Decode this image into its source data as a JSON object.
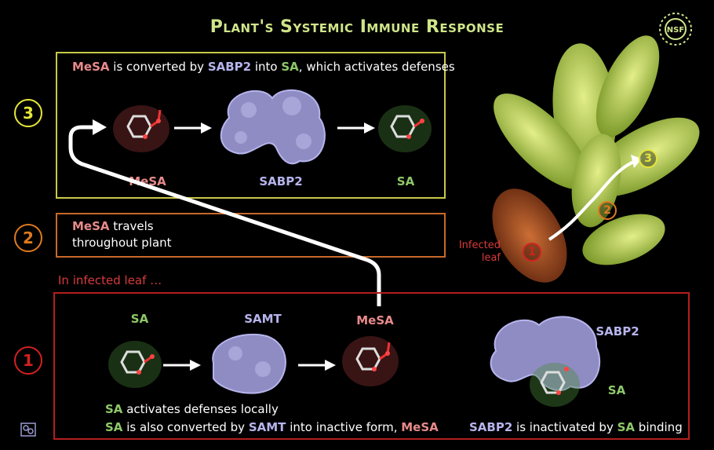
{
  "title": "Plant's Systemic Immune Response",
  "logo_text": "NSF",
  "colors": {
    "title": "#cfe58a",
    "mesa": "#e88a8a",
    "sabp2": "#b6b4ec",
    "sa": "#8ec86a",
    "step3": "#e6e63a",
    "step2": "#e07a1e",
    "step1": "#d42020"
  },
  "step3": {
    "number": "3",
    "sentence": {
      "mesa": "MeSA",
      "t1": " is converted by ",
      "sabp2": "SABP2",
      "t2": " into ",
      "sa": "SA",
      "t3": ", which activates defenses"
    },
    "labels": {
      "mesa": "MeSA",
      "sabp2": "SABP2",
      "sa": "SA"
    }
  },
  "step2": {
    "number": "2",
    "mesa": "MeSA",
    "line1_rest": " travels",
    "line2": "throughout plant"
  },
  "infected_note": "In infected leaf …",
  "step1": {
    "number": "1",
    "labels": {
      "sa": "SA",
      "samt": "SAMT",
      "mesa": "MeSA",
      "sabp2": "SABP2",
      "sa_bound": "SA"
    },
    "line1": {
      "sa": "SA",
      "rest": " activates defenses locally"
    },
    "line2": {
      "sa": "SA",
      "t1": " is also converted by ",
      "samt": "SAMT",
      "t2": " into inactive form, ",
      "mesa": "MeSA"
    },
    "right": {
      "sabp2": "SABP2",
      "t1": " is inactivated by ",
      "sa": "SA",
      "t2": " binding"
    }
  },
  "plant": {
    "infected_label": "Infected leaf",
    "markers": [
      "3",
      "2",
      "1"
    ]
  },
  "icons": [
    "molecule-icon",
    "protein-icon",
    "arrow-icon",
    "plant-image",
    "nsf-logo-icon",
    "small-logo-icon"
  ]
}
